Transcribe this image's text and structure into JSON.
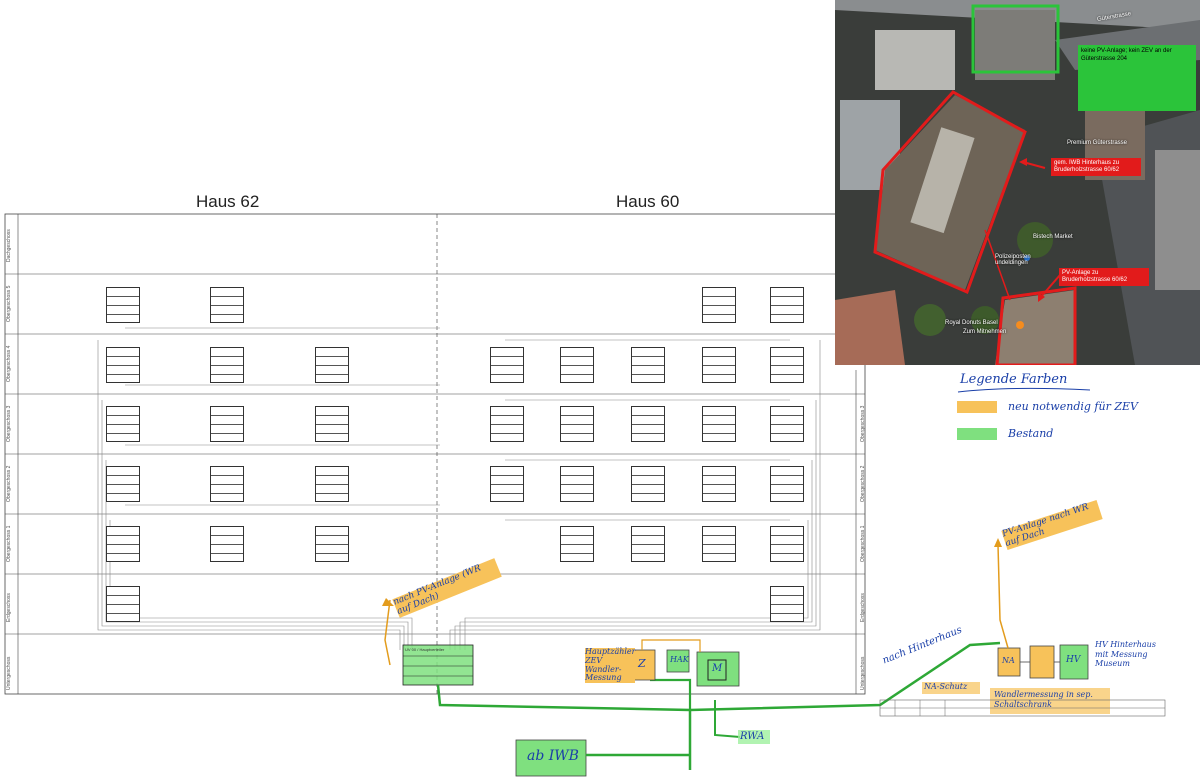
{
  "houses": {
    "left": "Haus 62",
    "right": "Haus 60"
  },
  "floors": [
    "Dachgeschoss",
    "Obergeschoss 5",
    "Obergeschoss 4",
    "Obergeschoss 3",
    "Obergeschoss 2",
    "Obergeschoss 1",
    "Erdgeschoss",
    "Untergeschoss"
  ],
  "map": {
    "green_callout": "keine PV-Anlage; kein ZEV an der Güterstrasse 204",
    "red_callout_1": "gem. IWB Hinterhaus zu Bruderholzstrasse 60/62",
    "red_callout_2": "PV-Anlage zu Bruderholzstrasse 60/62",
    "labels": {
      "gueterstrasse": "Güterstrasse",
      "polizei": "Polizeiposten undeldingen",
      "donuts": "Royal Donuts Basel",
      "donuts_sub": "Zum Mitnehmen",
      "market": "Bistech Market",
      "premium": "Premium Güterstrasse"
    }
  },
  "legend": {
    "title": "Legende Farben",
    "items": [
      {
        "label": "neu notwendig für ZEV",
        "color": "#f7c25a"
      },
      {
        "label": "Bestand",
        "color": "#7fe07f"
      }
    ]
  },
  "annotations": {
    "nach_pv_left": "nach PV-Anlage (WR auf Dach)",
    "pv_right": "PV-Anlage nach WR auf Dach",
    "hauptzaehler": "Hauptzähler ZEV Wandler-Messung",
    "z_label": "Z",
    "hak": "HAK",
    "m_label": "M",
    "ab_iwb": "ab IWB",
    "rwa": "RWA",
    "nach_hinterhaus": "nach Hinterhaus",
    "na": "NA",
    "hv": "HV",
    "hv_hinterhaus": "HV Hinterhaus mit Messung Museum",
    "na_schutz": "NA-Schutz",
    "wandler": "Wandlermessung in sep. Schaltschrank",
    "ug_panel": "UV 00 / Hauptverteiler"
  },
  "colors": {
    "bestand": "#7fe07f",
    "neu": "#f7c25a",
    "line_green": "#2ea836",
    "ink": "#1a3fa8",
    "map_red": "#e21b1b"
  }
}
